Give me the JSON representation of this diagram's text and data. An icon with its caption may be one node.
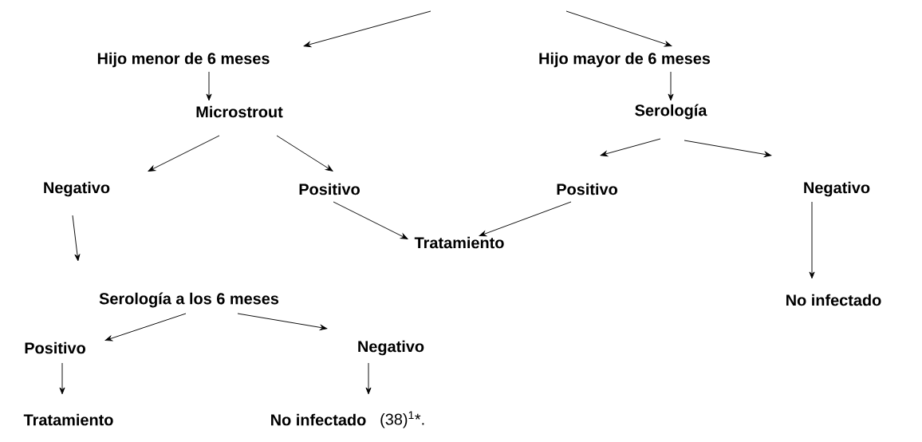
{
  "diagram": {
    "nodes": [
      {
        "text": [
          "Hijo menor de 6 meses"
        ]
      },
      {
        "text": [
          "Hijo mayor de 6 meses"
        ]
      },
      {
        "text": [
          "Microstrout"
        ]
      },
      {
        "text": [
          "Serología"
        ]
      },
      {
        "text": [
          "Negativo"
        ]
      },
      {
        "text": [
          "Positivo"
        ]
      },
      {
        "text": [
          "Positivo"
        ]
      },
      {
        "text": [
          "Negativo"
        ]
      },
      {
        "text": [
          "Tratamiento"
        ]
      },
      {
        "text": [
          "Serología a los 6 meses"
        ]
      },
      {
        "text": [
          "No infectado"
        ]
      },
      {
        "text": [
          "Positivo"
        ]
      },
      {
        "text": [
          "Negativo"
        ]
      },
      {
        "text": [
          "Tratamiento"
        ]
      },
      {
        "text": [
          "No infectado"
        ],
        "beside": [
          "(38)$^{1}$*."
        ]
      }
    ],
    "edges": [
      {
        "from": null,
        "to": 0,
        "arrow": "to"
      },
      {
        "from": null,
        "to": 1,
        "arrow": "to"
      },
      {
        "from": 0,
        "to": 2,
        "arrow": "to"
      },
      {
        "from": 1,
        "to": 3,
        "arrow": "to"
      },
      {
        "from": 2,
        "to": 4,
        "arrow": "to"
      },
      {
        "from": 2,
        "to": 5,
        "arrow": "to"
      },
      {
        "from": 3,
        "to": 6,
        "arrow": "to"
      },
      {
        "from": 3,
        "to": 7,
        "arrow": "to"
      },
      {
        "from": 5,
        "to": 8,
        "arrow": "to"
      },
      {
        "from": 6,
        "to": 8,
        "arrow": "to"
      },
      {
        "from": 4,
        "to": 9,
        "arrow": "to"
      },
      {
        "from": 7,
        "to": 10,
        "arrow": "to"
      },
      {
        "from": 9,
        "to": 11,
        "arrow": "to"
      },
      {
        "from": 9,
        "to": 12,
        "arrow": "to"
      },
      {
        "from": 11,
        "to": 13,
        "arrow": "to"
      },
      {
        "from": 12,
        "to": 14,
        "arrow": "to"
      }
    ]
  }
}
